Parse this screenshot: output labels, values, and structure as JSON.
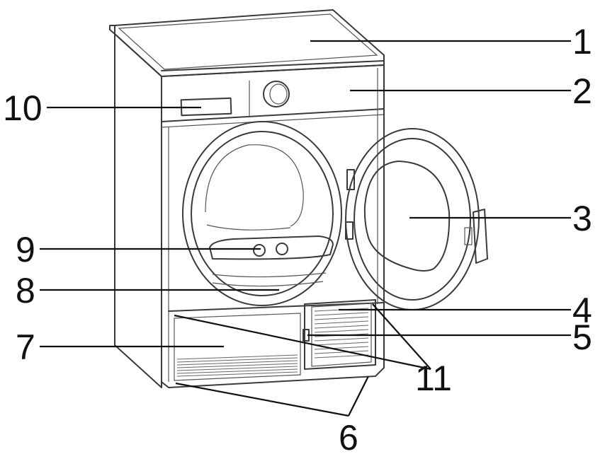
{
  "callouts": {
    "c1": "1",
    "c2": "2",
    "c3": "3",
    "c4": "4",
    "c5": "5",
    "c6": "6",
    "c7": "7",
    "c8": "8",
    "c9": "9",
    "c10": "10",
    "c11": "11"
  },
  "colors": {
    "line": "#3a3a3a",
    "leader": "#111111",
    "background": "#ffffff"
  }
}
